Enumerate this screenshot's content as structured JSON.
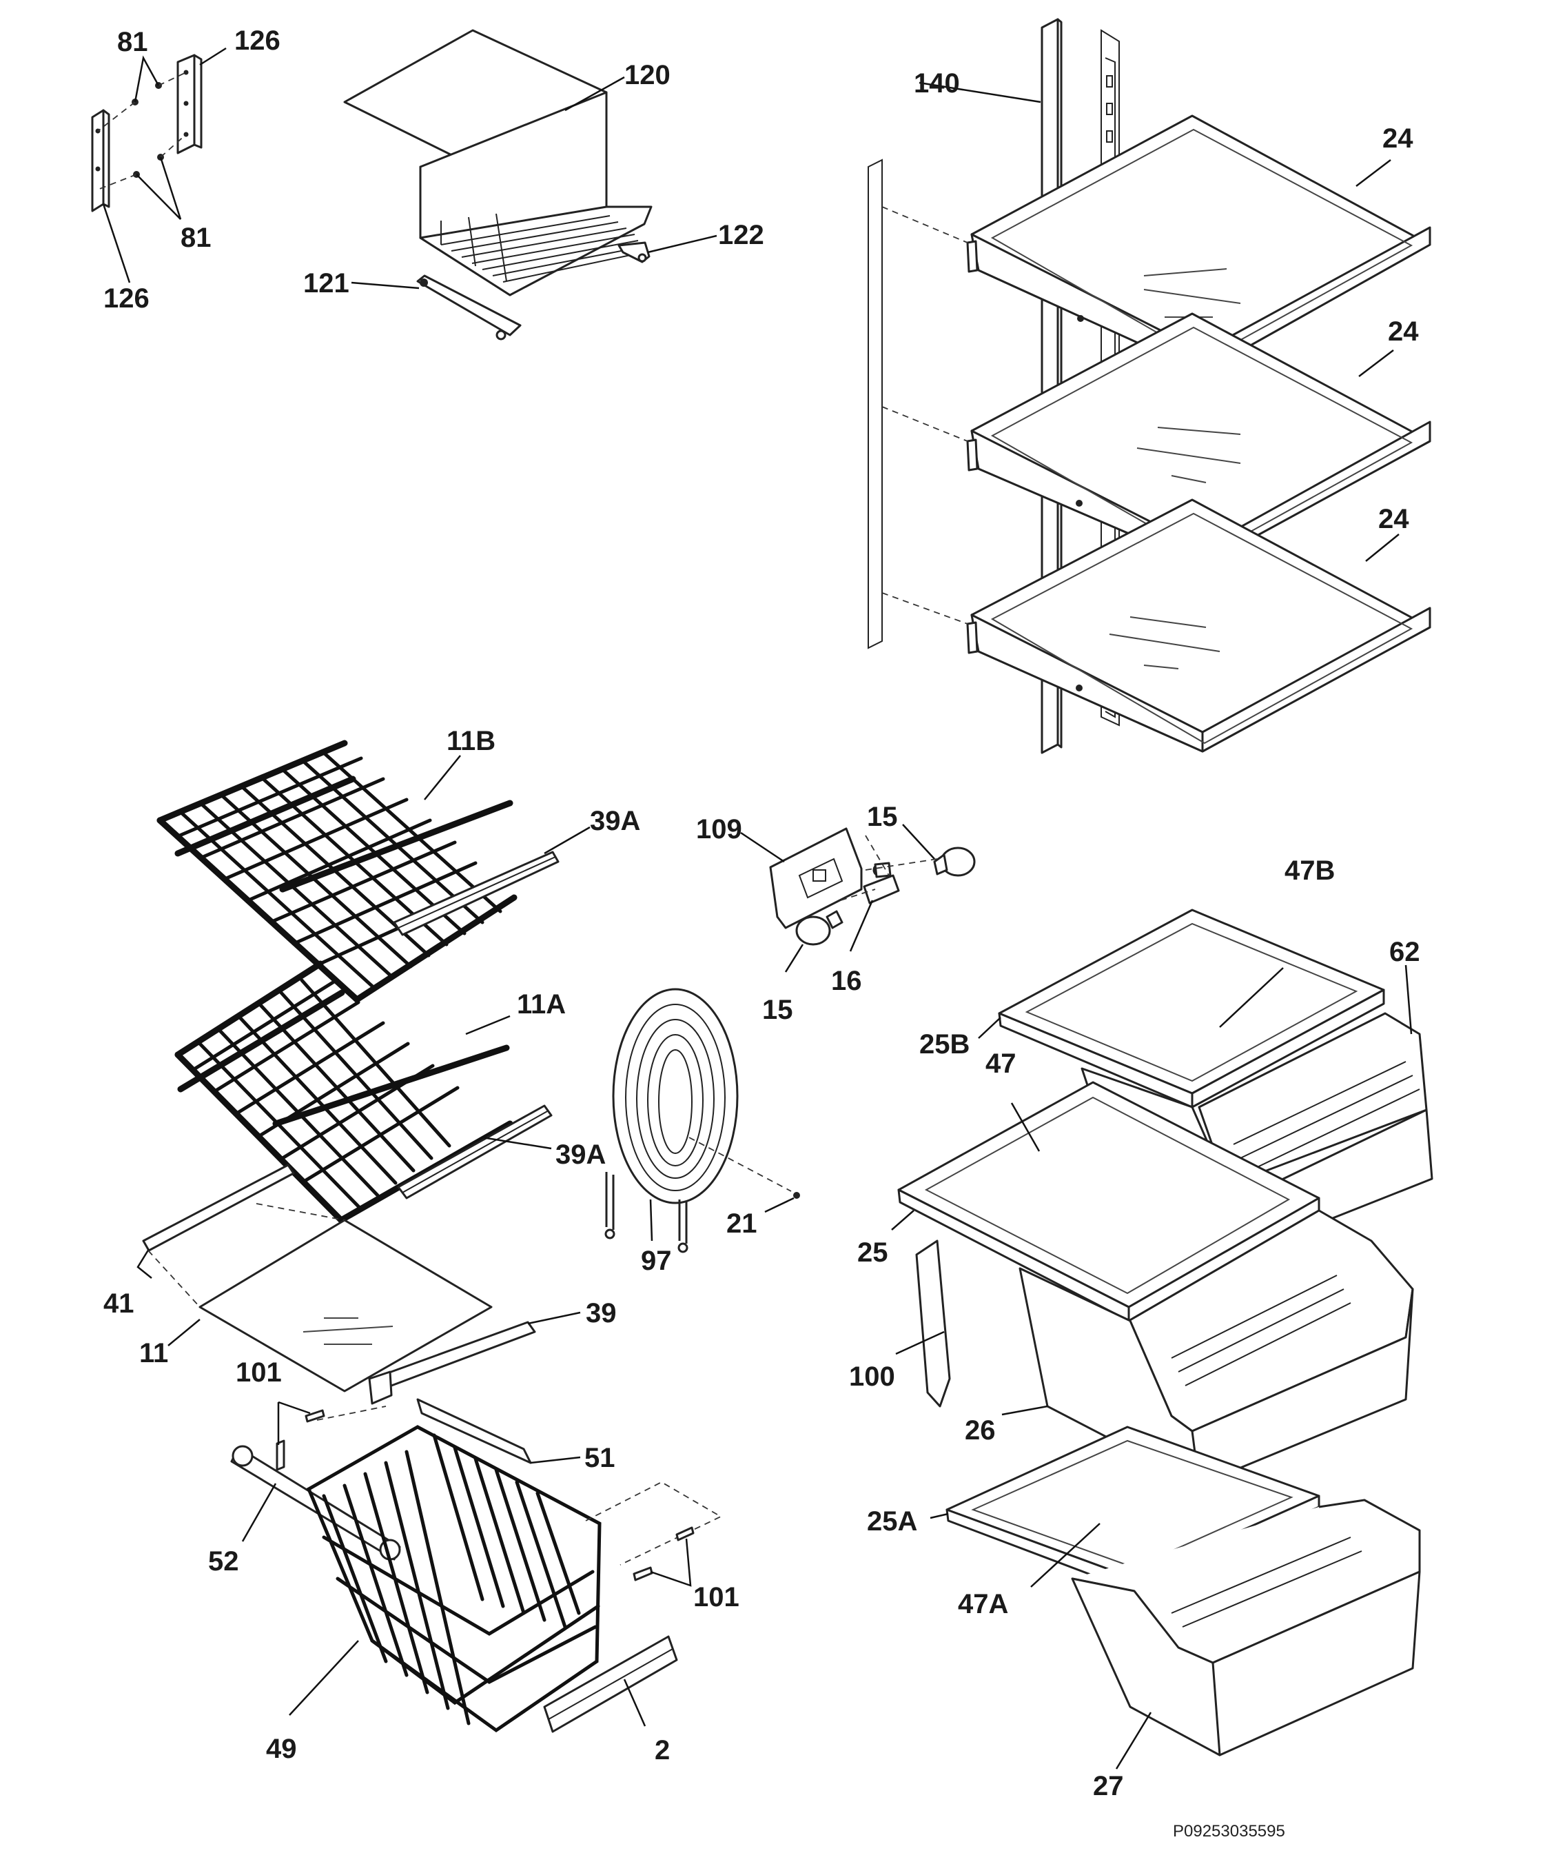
{
  "document_ref": "P09253035595",
  "callouts": [
    {
      "id": "c-81-top",
      "text": "81"
    },
    {
      "id": "c-126-top",
      "text": "126"
    },
    {
      "id": "c-120",
      "text": "120"
    },
    {
      "id": "c-81-bot",
      "text": "81"
    },
    {
      "id": "c-122",
      "text": "122"
    },
    {
      "id": "c-121",
      "text": "121"
    },
    {
      "id": "c-126-bot",
      "text": "126"
    },
    {
      "id": "c-140",
      "text": "140"
    },
    {
      "id": "c-24-a",
      "text": "24"
    },
    {
      "id": "c-24-b",
      "text": "24"
    },
    {
      "id": "c-24-c",
      "text": "24"
    },
    {
      "id": "c-11B",
      "text": "11B"
    },
    {
      "id": "c-39A-top",
      "text": "39A"
    },
    {
      "id": "c-109",
      "text": "109"
    },
    {
      "id": "c-15-top",
      "text": "15"
    },
    {
      "id": "c-47B",
      "text": "47B"
    },
    {
      "id": "c-62",
      "text": "62"
    },
    {
      "id": "c-16",
      "text": "16"
    },
    {
      "id": "c-15-bot",
      "text": "15"
    },
    {
      "id": "c-11A",
      "text": "11A"
    },
    {
      "id": "c-25B",
      "text": "25B"
    },
    {
      "id": "c-47",
      "text": "47"
    },
    {
      "id": "c-39A-bot",
      "text": "39A"
    },
    {
      "id": "c-21",
      "text": "21"
    },
    {
      "id": "c-97",
      "text": "97"
    },
    {
      "id": "c-25",
      "text": "25"
    },
    {
      "id": "c-41",
      "text": "41"
    },
    {
      "id": "c-39",
      "text": "39"
    },
    {
      "id": "c-11",
      "text": "11"
    },
    {
      "id": "c-100",
      "text": "100"
    },
    {
      "id": "c-101-top",
      "text": "101"
    },
    {
      "id": "c-26",
      "text": "26"
    },
    {
      "id": "c-51",
      "text": "51"
    },
    {
      "id": "c-25A",
      "text": "25A"
    },
    {
      "id": "c-52",
      "text": "52"
    },
    {
      "id": "c-101-bot",
      "text": "101"
    },
    {
      "id": "c-47A",
      "text": "47A"
    },
    {
      "id": "c-49",
      "text": "49"
    },
    {
      "id": "c-2",
      "text": "2"
    },
    {
      "id": "c-27",
      "text": "27"
    }
  ]
}
